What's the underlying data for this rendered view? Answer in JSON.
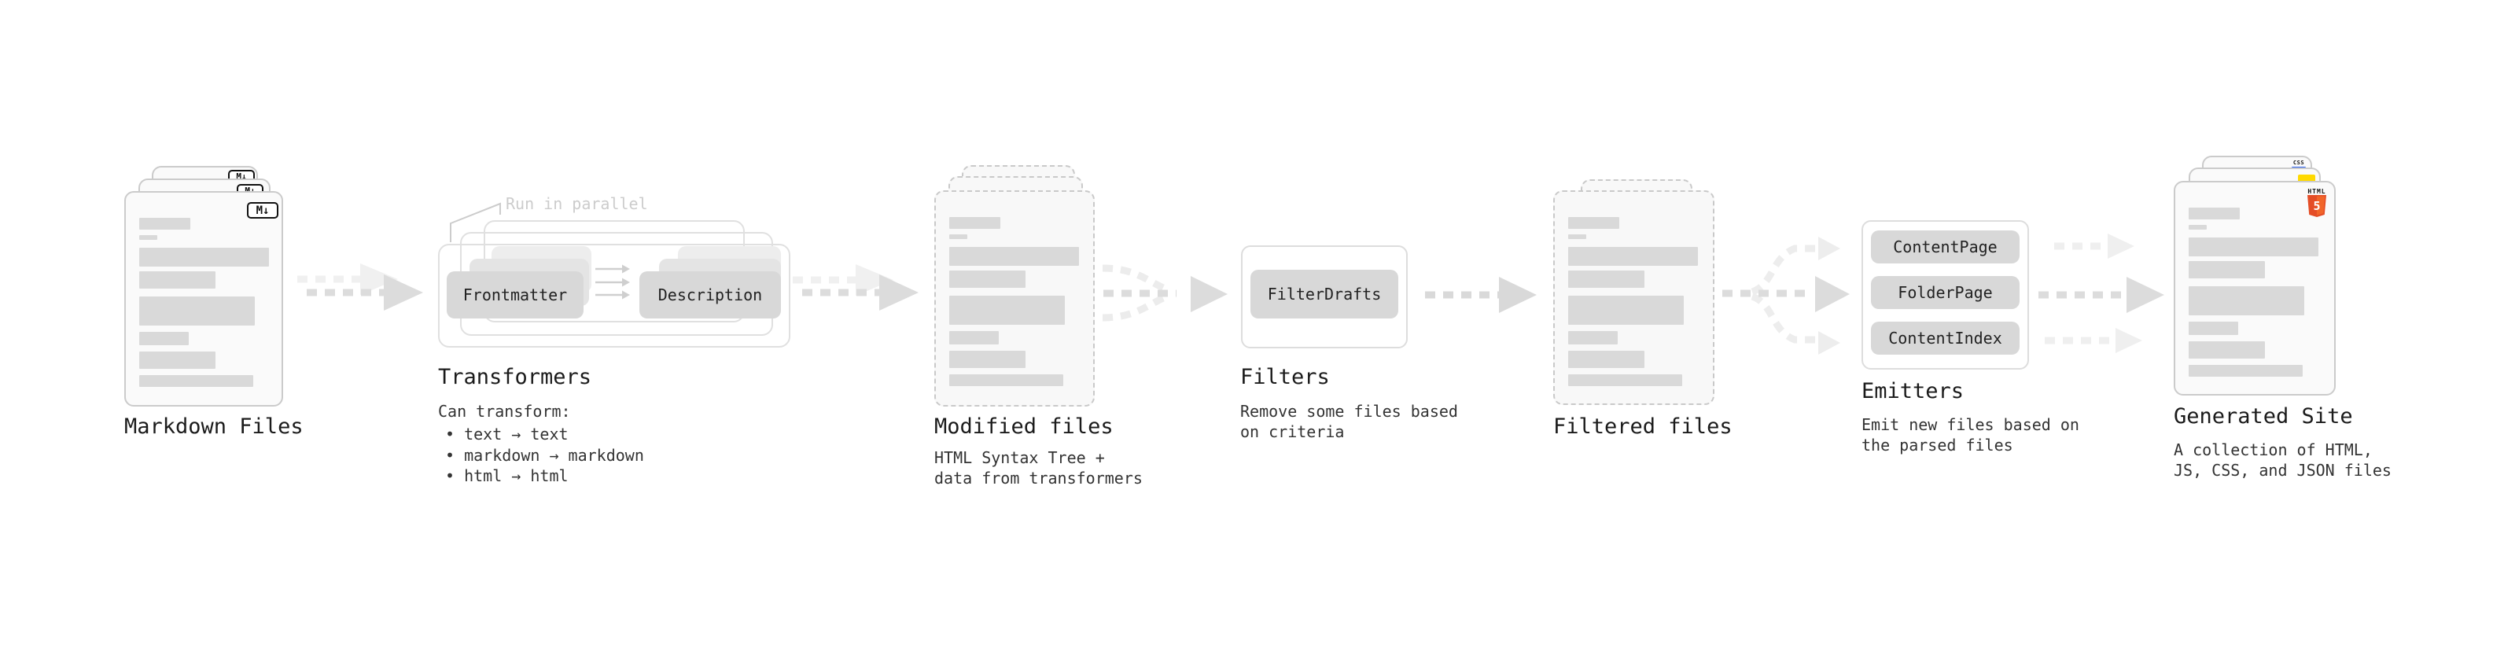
{
  "stages": {
    "markdown_files": {
      "label": "Markdown Files",
      "badge": "M↓"
    },
    "transformers": {
      "label": "Transformers",
      "annotation": "Run in parallel",
      "nodes": {
        "frontmatter": "Frontmatter",
        "description": "Description"
      },
      "caption_title": "Can transform:",
      "bullets": {
        "b1": "• text → text",
        "b2": "• markdown → markdown",
        "b3": "• html → html"
      }
    },
    "modified_files": {
      "label": "Modified files",
      "caption_line1": "HTML Syntax Tree +",
      "caption_line2": "data from transformers"
    },
    "filters": {
      "label": "Filters",
      "nodes": {
        "filter_drafts": "FilterDrafts"
      },
      "caption_line1": "Remove some files based",
      "caption_line2": "on criteria"
    },
    "filtered_files": {
      "label": "Filtered files"
    },
    "emitters": {
      "label": "Emitters",
      "nodes": {
        "content_page": "ContentPage",
        "folder_page": "FolderPage",
        "content_index": "ContentIndex"
      },
      "caption_line1": "Emit new files based on",
      "caption_line2": "the parsed files"
    },
    "generated_site": {
      "label": "Generated Site",
      "caption_line1": "A collection of HTML,",
      "caption_line2": "JS, CSS, and JSON files",
      "badges": {
        "css": "CSS",
        "html": "HTML",
        "html_number": "5"
      }
    }
  },
  "icons": {
    "markdown_badge": "markdown-icon",
    "css_badge": "css-icon",
    "js_badge": "js-icon",
    "html5_badge": "html5-icon"
  },
  "colors": {
    "background": "#ffffff",
    "card_bg": "#fafafa",
    "card_border": "#cbcbcb",
    "skeleton_bar": "#d9d9d9",
    "node_bg": "#d8d8d8",
    "container_border": "#e0e0e0",
    "arrow_dark": "#dcdcdc",
    "arrow_light": "#efefef",
    "annotation_gray": "#cccccc",
    "html5_orange": "#e44d26",
    "html5_orange_light": "#f16529",
    "js_yellow": "#ffd900",
    "css_blue": "#2b62f0"
  }
}
